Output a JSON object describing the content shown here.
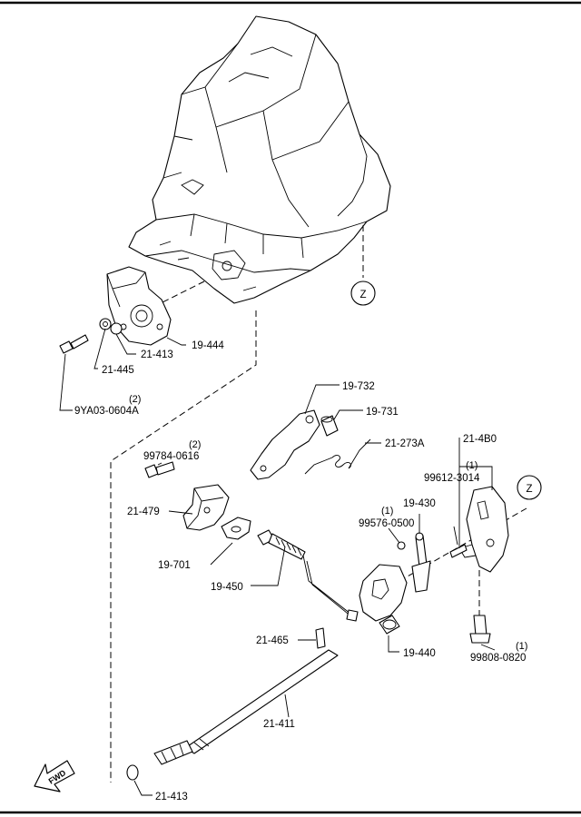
{
  "callouts": [
    {
      "id": "c-19-444",
      "label": "19-444"
    },
    {
      "id": "c-21-413-top",
      "label": "21-413"
    },
    {
      "id": "c-21-445",
      "label": "21-445"
    },
    {
      "id": "c-9ya03",
      "label": "9YA03-0604A",
      "qty": "(2)"
    },
    {
      "id": "c-19-732",
      "label": "19-732"
    },
    {
      "id": "c-19-731",
      "label": "19-731"
    },
    {
      "id": "c-21-273a",
      "label": "21-273A"
    },
    {
      "id": "c-99784",
      "label": "99784-0616",
      "qty": "(2)"
    },
    {
      "id": "c-21-4b0",
      "label": "21-4B0"
    },
    {
      "id": "c-99612",
      "label": "99612-3014",
      "qty": "(1)"
    },
    {
      "id": "c-99576",
      "label": "99576-0500",
      "qty": "(1)"
    },
    {
      "id": "c-19-430",
      "label": "19-430"
    },
    {
      "id": "c-21-479",
      "label": "21-479"
    },
    {
      "id": "c-19-701",
      "label": "19-701"
    },
    {
      "id": "c-19-450",
      "label": "19-450"
    },
    {
      "id": "c-21-465",
      "label": "21-465"
    },
    {
      "id": "c-19-440",
      "label": "19-440"
    },
    {
      "id": "c-99808",
      "label": "99808-0820",
      "qty": "(1)"
    },
    {
      "id": "c-21-411",
      "label": "21-411"
    },
    {
      "id": "c-21-413-bot",
      "label": "21-413"
    }
  ],
  "connectors": {
    "z_top": "Z",
    "z_right": "Z"
  },
  "direction_arrow": {
    "label": "FWD"
  },
  "colors": {
    "line": "#000000",
    "background": "#ffffff"
  }
}
